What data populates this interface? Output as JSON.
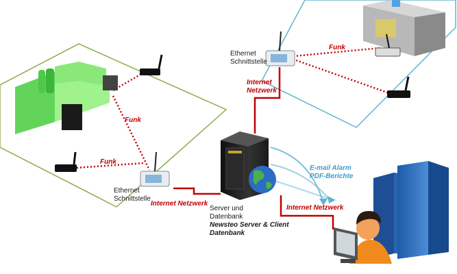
{
  "colors": {
    "zone_left": "#8aac4a",
    "zone_right": "#5fb3cf",
    "radio_link": "#c00000",
    "wired_link": "#c00000",
    "email_arrow": "#5fb3cf",
    "factory": "#7ee86a",
    "server": "#222222",
    "tower": "#2f6fb8"
  },
  "icons": {
    "factory": "factory-icon",
    "building": "building-icon",
    "server": "server-icon",
    "globe": "globe-icon",
    "office_tower": "office-tower-icon",
    "user": "user-icon",
    "monitor": "monitor-icon",
    "sensor": "wireless-sensor-icon",
    "gateway": "ethernet-gateway-icon"
  },
  "labels": {
    "funk_left_top": "Funk",
    "funk_left_bottom": "Funk",
    "funk_right": "Funk",
    "ethernet_left_l1": "Ethernet",
    "ethernet_left_l2": "Schnittstelle",
    "ethernet_right_l1": "Ethernet",
    "ethernet_right_l2": "Schnittstelle",
    "internet_right_l1": "Internet",
    "internet_right_l2": "Netzwerk",
    "internet_left": "Internet Netzwerk",
    "internet_bottom": "Internet Netzwerk",
    "email_l1": "E-mail Alarm",
    "email_l2": "PDF-Berichte",
    "server_l1": "Server und",
    "server_l2": "Datenbank",
    "server_l3": "Newsteo Server & Client",
    "server_l4": "Datenbank"
  }
}
